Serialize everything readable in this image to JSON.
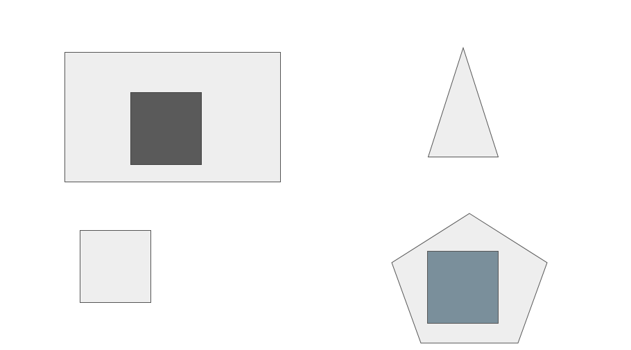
{
  "colors": {
    "background": "#ffffff",
    "shape_fill": "#eeeeee",
    "stroke": "#555555",
    "dark_square": "#5a5a5a",
    "blue_square": "#7a8f9b"
  },
  "shapes": [
    {
      "kind": "rectangle",
      "name": "large-rectangle",
      "contains": "dark-square"
    },
    {
      "kind": "triangle",
      "name": "triangle"
    },
    {
      "kind": "square",
      "name": "small-square"
    },
    {
      "kind": "pentagon",
      "name": "pentagon",
      "contains": "blue-square"
    }
  ]
}
